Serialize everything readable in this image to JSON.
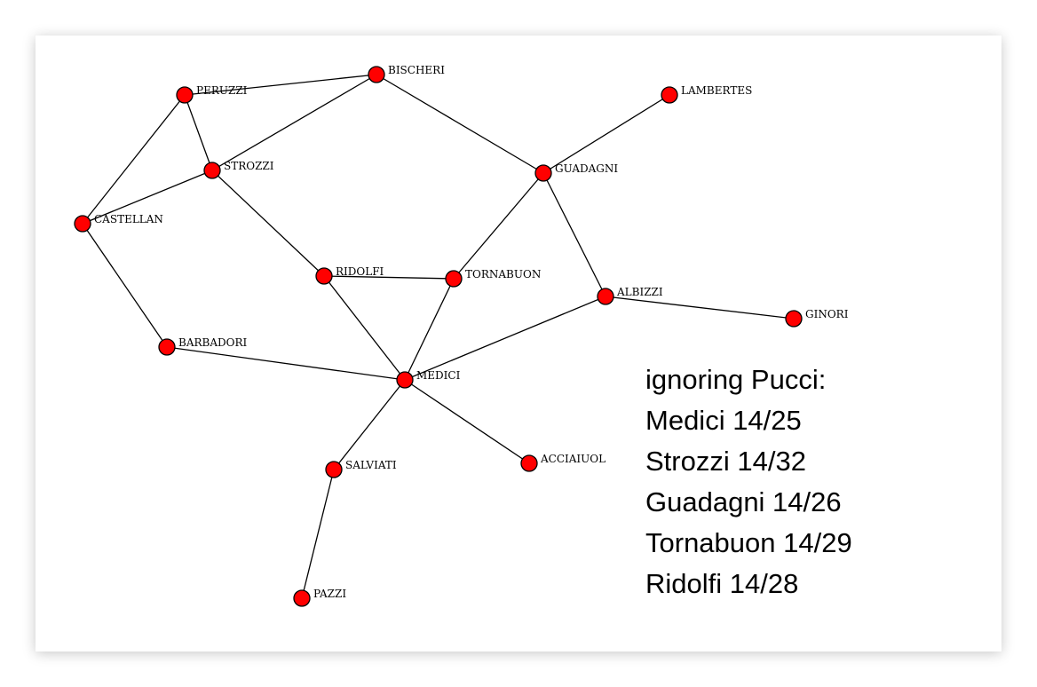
{
  "nodes": [
    {
      "id": "peruzzi",
      "label": "PERUZZI"
    },
    {
      "id": "bischeri",
      "label": "BISCHERI"
    },
    {
      "id": "lambertes",
      "label": "LAMBERTES"
    },
    {
      "id": "strozzi",
      "label": "STROZZI"
    },
    {
      "id": "guadagni",
      "label": "GUADAGNI"
    },
    {
      "id": "castellan",
      "label": "CASTELLAN"
    },
    {
      "id": "ridolfi",
      "label": "RIDOLFI"
    },
    {
      "id": "tornabuon",
      "label": "TORNABUON"
    },
    {
      "id": "albizzi",
      "label": "ALBIZZI"
    },
    {
      "id": "ginori",
      "label": "GINORI"
    },
    {
      "id": "barbadori",
      "label": "BARBADORI"
    },
    {
      "id": "medici",
      "label": "MEDICI"
    },
    {
      "id": "salviati",
      "label": "SALVIATI"
    },
    {
      "id": "acciaiuol",
      "label": "ACCIAIUOL"
    },
    {
      "id": "pazzi",
      "label": "PAZZI"
    }
  ],
  "edges": [
    [
      "peruzzi",
      "bischeri"
    ],
    [
      "peruzzi",
      "strozzi"
    ],
    [
      "peruzzi",
      "castellan"
    ],
    [
      "bischeri",
      "strozzi"
    ],
    [
      "bischeri",
      "guadagni"
    ],
    [
      "strozzi",
      "castellan"
    ],
    [
      "strozzi",
      "ridolfi"
    ],
    [
      "lambertes",
      "guadagni"
    ],
    [
      "guadagni",
      "tornabuon"
    ],
    [
      "guadagni",
      "albizzi"
    ],
    [
      "castellan",
      "barbadori"
    ],
    [
      "ridolfi",
      "tornabuon"
    ],
    [
      "ridolfi",
      "medici"
    ],
    [
      "tornabuon",
      "medici"
    ],
    [
      "albizzi",
      "medici"
    ],
    [
      "albizzi",
      "ginori"
    ],
    [
      "barbadori",
      "medici"
    ],
    [
      "medici",
      "salviati"
    ],
    [
      "medici",
      "acciaiuol"
    ],
    [
      "salviati",
      "pazzi"
    ]
  ],
  "colors": {
    "node_fill": "#ff0000",
    "node_stroke": "#000000",
    "edge": "#000000"
  },
  "stats": {
    "heading": "ignoring Pucci:",
    "lines": [
      "Medici 14/25",
      "Strozzi 14/32",
      "Guadagni 14/26",
      "Tornabuon 14/29",
      "Ridolfi 14/28"
    ]
  }
}
